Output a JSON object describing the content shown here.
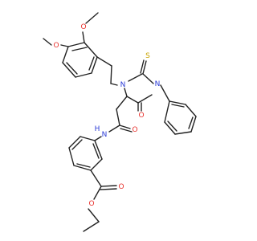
{
  "colors": {
    "bond": "#222222",
    "oxygen": "#e8322e",
    "nitrogen": "#2b3bd6",
    "sulfur": "#c9a400",
    "background": "#ffffff"
  },
  "atom_labels": {
    "o_methoxy_top": "O",
    "o_methoxy_left": "O",
    "n_ring_top": "N",
    "n_ring_right": "N",
    "s_thione": "S",
    "o_ring_carbonyl": "O",
    "o_amide": "O",
    "n_amide": "N",
    "h_amide": "H",
    "o_ester_carbonyl": "O",
    "o_ester": "O"
  }
}
